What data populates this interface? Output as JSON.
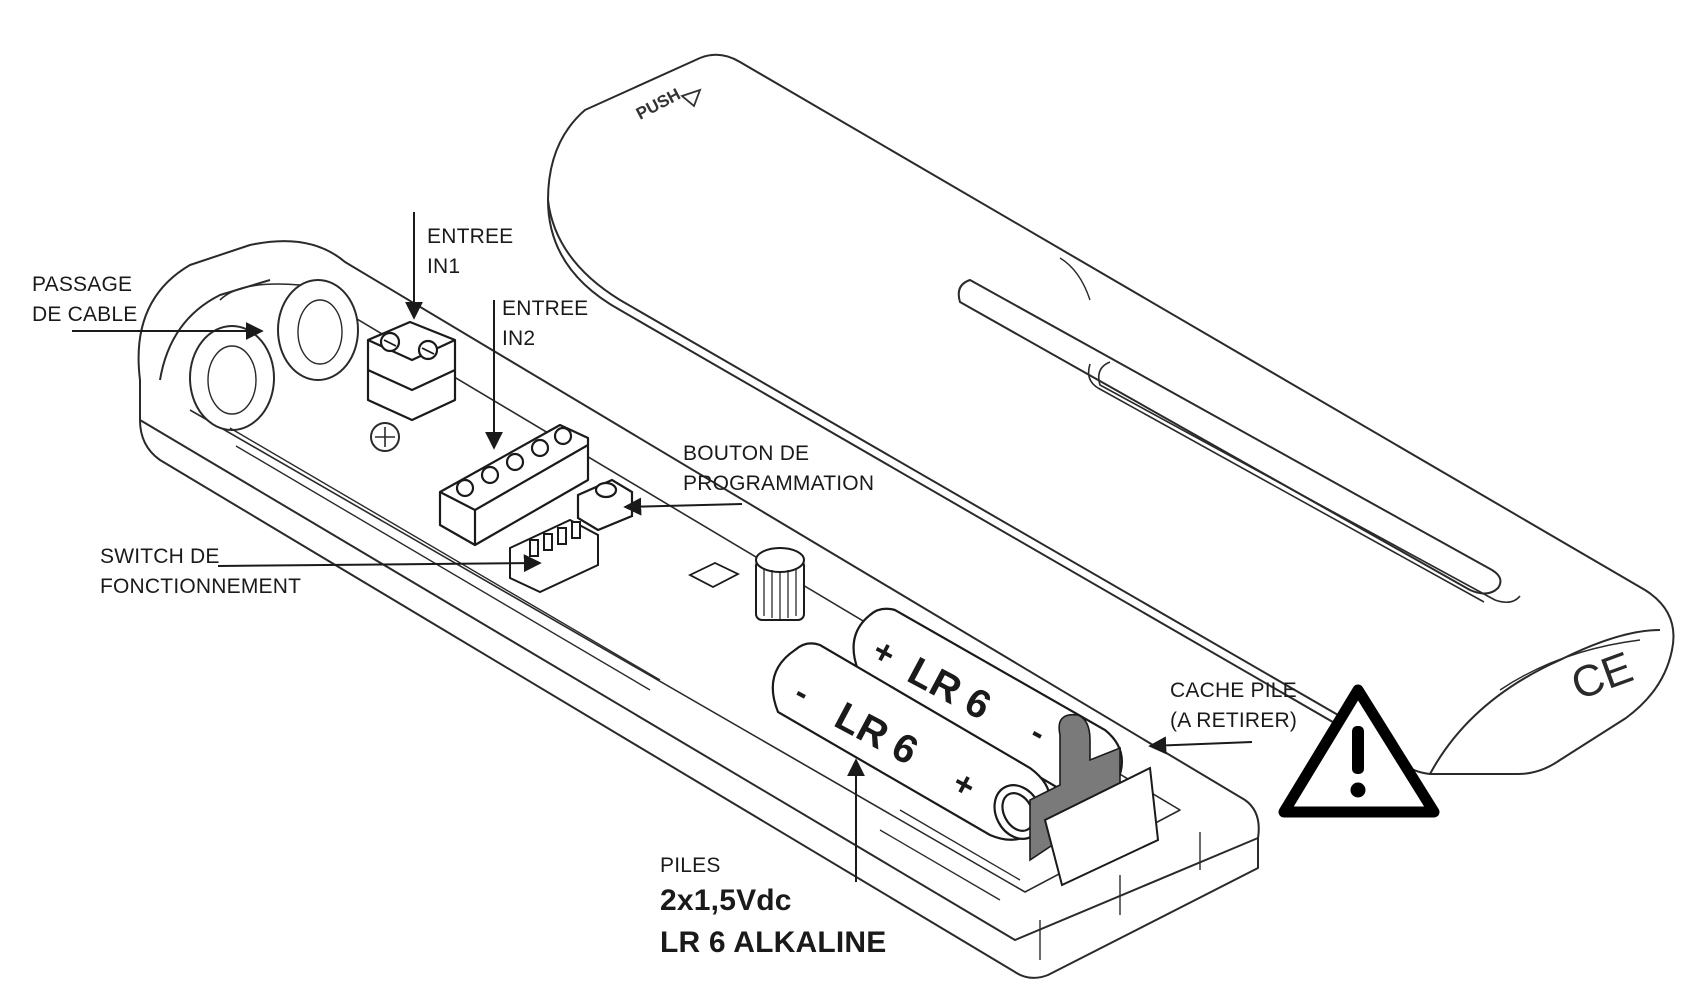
{
  "labels": {
    "entree_in1": [
      "ENTREE",
      "IN1"
    ],
    "entree_in2": [
      "ENTREE",
      "IN2"
    ],
    "passage_cable": [
      "PASSAGE",
      "DE CABLE"
    ],
    "bouton": [
      "BOUTON DE",
      "PROGRAMMATION"
    ],
    "switch": [
      "SWITCH DE",
      "FONCTIONNEMENT"
    ],
    "cache_pile": [
      "CACHE PILE",
      "(A RETIRER)"
    ],
    "piles": "PILES",
    "piles_voltage": "2x1,5Vdc",
    "piles_type": "LR 6 ALKALINE"
  },
  "cover": {
    "push": "PUSH",
    "ce": "CE"
  },
  "batteries": [
    {
      "label": "LR 6",
      "left": "+",
      "right": "-"
    },
    {
      "label": "LR 6",
      "left": "-",
      "right": "+"
    }
  ],
  "warning": {
    "symbol": "!"
  }
}
